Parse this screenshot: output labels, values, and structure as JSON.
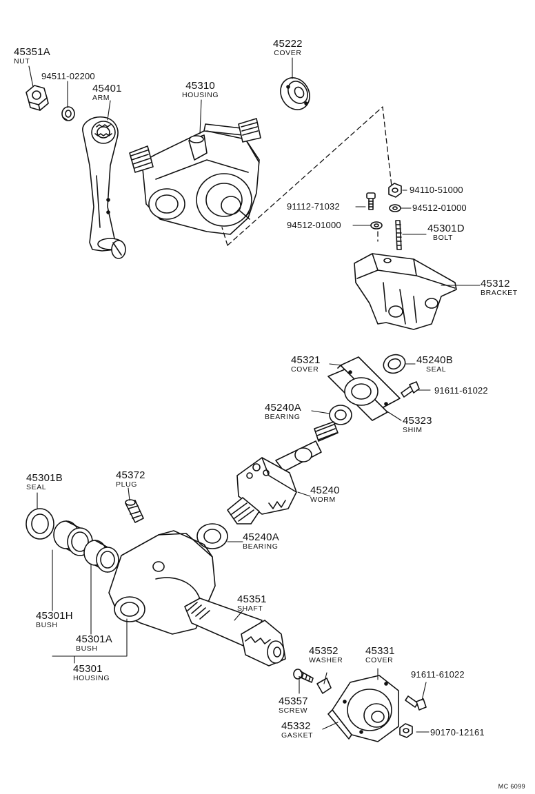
{
  "parts": {
    "p45351A": {
      "num": "45351A",
      "name": "NUT"
    },
    "p94511": {
      "num": "94511-02200"
    },
    "p45401": {
      "num": "45401",
      "name": "ARM"
    },
    "p45310": {
      "num": "45310",
      "name": "HOUSING"
    },
    "p45222": {
      "num": "45222",
      "name": "COVER"
    },
    "p94110": {
      "num": "94110-51000"
    },
    "p91112": {
      "num": "91112-71032"
    },
    "p94512a": {
      "num": "94512-01000"
    },
    "p94512b": {
      "num": "94512-01000"
    },
    "p45301D": {
      "num": "45301D",
      "name": "BOLT"
    },
    "p45312": {
      "num": "45312",
      "name": "BRACKET"
    },
    "p45321": {
      "num": "45321",
      "name": "COVER"
    },
    "p45240B": {
      "num": "45240B",
      "name": "SEAL"
    },
    "p91611a": {
      "num": "91611-61022"
    },
    "p45240A1": {
      "num": "45240A",
      "name": "BEARING"
    },
    "p45323": {
      "num": "45323",
      "name": "SHIM"
    },
    "p45301B": {
      "num": "45301B",
      "name": "SEAL"
    },
    "p45372": {
      "num": "45372",
      "name": "PLUG"
    },
    "p45240": {
      "num": "45240",
      "name": "WORM"
    },
    "p45240A2": {
      "num": "45240A",
      "name": "BEARING"
    },
    "p45351": {
      "num": "45351",
      "name": "SHAFT"
    },
    "p45301H": {
      "num": "45301H",
      "name": "BUSH"
    },
    "p45301A": {
      "num": "45301A",
      "name": "BUSH"
    },
    "p45301": {
      "num": "45301",
      "name": "HOUSING"
    },
    "p45352": {
      "num": "45352",
      "name": "WASHER"
    },
    "p45331": {
      "num": "45331",
      "name": "COVER"
    },
    "p91611b": {
      "num": "91611-61022"
    },
    "p45357": {
      "num": "45357",
      "name": "SCREW"
    },
    "p45332": {
      "num": "45332",
      "name": "GASKET"
    },
    "p90170": {
      "num": "90170-12161"
    }
  },
  "footer": {
    "code": "MC 6099"
  },
  "style": {
    "ink": "#111111",
    "paper": "#ffffff"
  }
}
